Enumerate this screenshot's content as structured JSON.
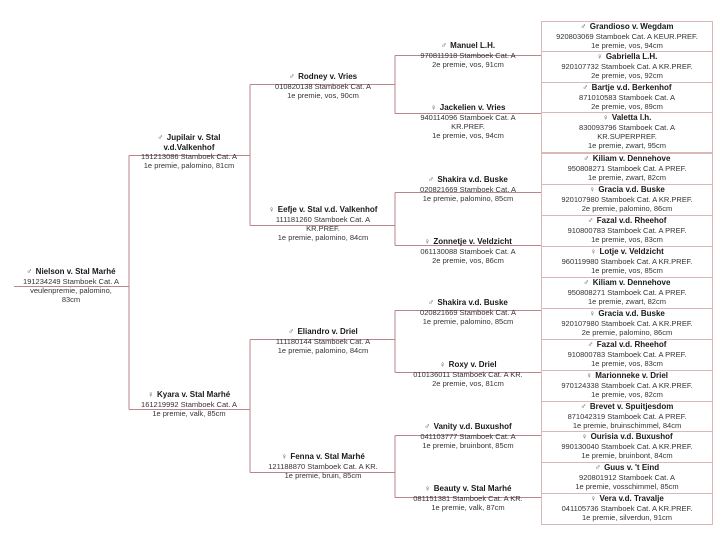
{
  "colors": {
    "line": "#b8868b",
    "box_border": "#d9b8b8"
  },
  "male_symbol": "♂",
  "female_symbol": "♀",
  "subject": {
    "sex": "m",
    "name": "Nielson v. Stal Marhé",
    "details": [
      "191234249 Stamboek Cat. A",
      "veulenpremie, palomino,",
      "83cm"
    ]
  },
  "parents": [
    {
      "sex": "m",
      "name": "Jupilair v. Stal v.d.Valkenhof",
      "details": [
        "151213086 Stamboek Cat. A",
        "1e premie, palomino, 81cm"
      ]
    },
    {
      "sex": "f",
      "name": "Kyara v. Stal Marhé",
      "details": [
        "161219992 Stamboek Cat. A",
        "1e premie, valk, 85cm"
      ]
    }
  ],
  "grandparents": [
    {
      "sex": "m",
      "name": "Rodney v. Vries",
      "details": [
        "010820138 Stamboek Cat. A",
        "1e premie, vos, 90cm"
      ]
    },
    {
      "sex": "f",
      "name": "Eefje v. Stal v.d. Valkenhof",
      "details": [
        "111181260 Stamboek Cat. A",
        "KR.PREF.",
        "1e premie, palomino, 84cm"
      ]
    },
    {
      "sex": "m",
      "name": "Eliandro v. Driel",
      "details": [
        "111180144 Stamboek Cat. A",
        "1e premie, palomino, 84cm"
      ]
    },
    {
      "sex": "f",
      "name": "Fenna v. Stal Marhé",
      "details": [
        "121188870 Stamboek Cat. A KR.",
        "1e premie, bruin, 85cm"
      ]
    }
  ],
  "great_grandparents": [
    {
      "sex": "m",
      "name": "Manuel L.H.",
      "details": [
        "970811918 Stamboek Cat. A",
        "2e premie, vos, 91cm"
      ]
    },
    {
      "sex": "f",
      "name": "Jackelien v. Vries",
      "details": [
        "940114096 Stamboek Cat. A",
        "KR.PREF.",
        "1e premie, vos, 94cm"
      ]
    },
    {
      "sex": "m",
      "name": "Shakira v.d. Buske",
      "details": [
        "020821669 Stamboek Cat. A",
        "1e premie, palomino, 85cm"
      ]
    },
    {
      "sex": "f",
      "name": "Zonnetje v. Veldzicht",
      "details": [
        "061130088 Stamboek Cat. A",
        "2e premie, vos, 86cm"
      ]
    },
    {
      "sex": "m",
      "name": "Shakira v.d. Buske",
      "details": [
        "020821669 Stamboek Cat. A",
        "1e premie, palomino, 85cm"
      ]
    },
    {
      "sex": "f",
      "name": "Roxy v. Driel",
      "details": [
        "010136011 Stamboek Cat. A KR.",
        "2e premie, vos, 81cm"
      ]
    },
    {
      "sex": "m",
      "name": "Vanity v.d. Buxushof",
      "details": [
        "041103777 Stamboek Cat. A",
        "1e premie, bruinbont, 85cm"
      ]
    },
    {
      "sex": "f",
      "name": "Beauty v. Stal Marhé",
      "details": [
        "081151381 Stamboek Cat. A KR.",
        "1e premie, valk, 87cm"
      ]
    }
  ],
  "great_great_grandparents": [
    {
      "sex": "m",
      "name": "Grandioso v. Wegdam",
      "details": [
        "920803069 Stamboek Cat. A KEUR.PREF.",
        "1e premie, vos, 94cm"
      ]
    },
    {
      "sex": "f",
      "name": "Gabriella L.H.",
      "details": [
        "920107732 Stamboek Cat. A KR.PREF.",
        "2e premie, vos, 92cm"
      ]
    },
    {
      "sex": "m",
      "name": "Bartje v.d. Berkenhof",
      "details": [
        "871010583 Stamboek Cat. A",
        "2e premie, vos, 89cm"
      ]
    },
    {
      "sex": "f",
      "name": "Valetta l.h.",
      "details": [
        "830093796 Stamboek Cat. A",
        "KR.SUPERPREF.",
        "1e premie, zwart, 95cm"
      ]
    },
    {
      "sex": "m",
      "name": "Kiliam v. Dennehove",
      "details": [
        "950808271 Stamboek Cat. A PREF.",
        "1e premie, zwart, 82cm"
      ]
    },
    {
      "sex": "f",
      "name": "Gracia v.d. Buske",
      "details": [
        "920107980 Stamboek Cat. A KR.PREF.",
        "2e premie, palomino, 86cm"
      ]
    },
    {
      "sex": "m",
      "name": "Fazal v.d. Rheehof",
      "details": [
        "910800783 Stamboek Cat. A PREF.",
        "1e premie, vos, 83cm"
      ]
    },
    {
      "sex": "f",
      "name": "Lotje v. Veldzicht",
      "details": [
        "960119980 Stamboek Cat. A KR.PREF.",
        "1e premie, vos, 85cm"
      ]
    },
    {
      "sex": "m",
      "name": "Kiliam v. Dennehove",
      "details": [
        "950808271 Stamboek Cat. A PREF.",
        "1e premie, zwart, 82cm"
      ]
    },
    {
      "sex": "f",
      "name": "Gracia v.d. Buske",
      "details": [
        "920107980 Stamboek Cat. A KR.PREF.",
        "2e premie, palomino, 86cm"
      ]
    },
    {
      "sex": "m",
      "name": "Fazal v.d. Rheehof",
      "details": [
        "910800783 Stamboek Cat. A PREF.",
        "1e premie, vos, 83cm"
      ]
    },
    {
      "sex": "f",
      "name": "Marionneke v. Driel",
      "details": [
        "970124338 Stamboek Cat. A KR.PREF.",
        "1e premie, vos, 82cm"
      ]
    },
    {
      "sex": "m",
      "name": "Brevet v. Spuitjesdom",
      "details": [
        "871042319 Stamboek Cat. A PREF.",
        "1e premie, bruinschimmel, 84cm"
      ]
    },
    {
      "sex": "f",
      "name": "Ourisia v.d. Buxushof",
      "details": [
        "990130040 Stamboek Cat. A KR.PREF.",
        "1e premie, bruinbont, 84cm"
      ]
    },
    {
      "sex": "m",
      "name": "Guus v. 't Eind",
      "details": [
        "920801912 Stamboek Cat. A",
        "1e premie, vosschimmel, 85cm"
      ]
    },
    {
      "sex": "f",
      "name": "Vera v.d. Travalje",
      "details": [
        "041105736 Stamboek Cat. A KR.PREF.",
        "1e premie, silverdun, 91cm"
      ]
    }
  ]
}
